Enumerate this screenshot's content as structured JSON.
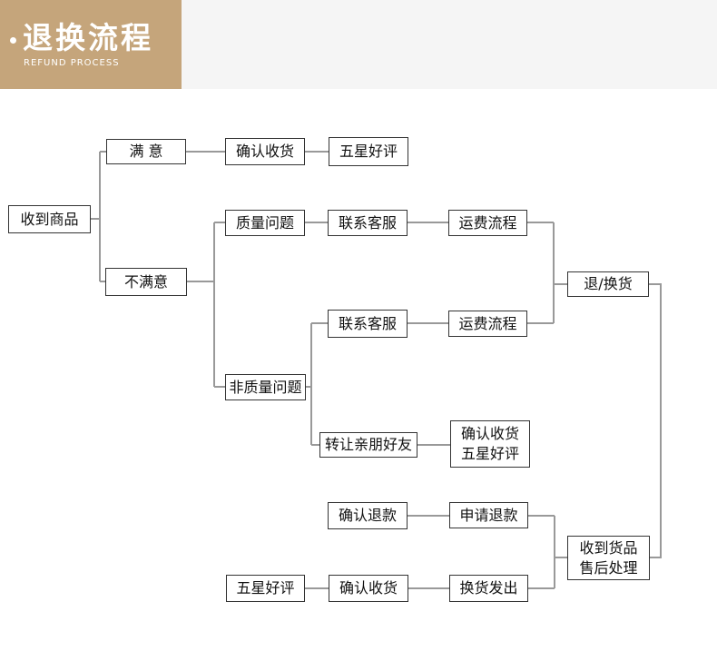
{
  "header": {
    "title": "退换流程",
    "subtitle": "REFUND PROCESS"
  },
  "colors": {
    "header_badge": "#c5a57b",
    "header_bar": "#f5f5f5",
    "connector": "#999999",
    "node_border": "#333333"
  },
  "nodes": {
    "receive": "收到商品",
    "satisfied": "满 意",
    "dissatisfied": "不满意",
    "confirm_receipt_top": "确认收货",
    "five_star_top": "五星好评",
    "quality_issue": "质量问题",
    "non_quality_issue": "非质量问题",
    "contact_service_1": "联系客服",
    "contact_service_2": "联系客服",
    "shipping_flow_1": "运费流程",
    "shipping_flow_2": "运费流程",
    "return_exchange": "退/换货",
    "transfer_friends": "转让亲朋好友",
    "confirm_and_rate": "确认收货\n五星好评",
    "confirm_refund": "确认退款",
    "apply_refund": "申请退款",
    "five_star_bottom": "五星好评",
    "confirm_receipt_bottom": "确认收货",
    "exchange_ship": "换货发出",
    "after_sales": "收到货品\n售后处理"
  }
}
